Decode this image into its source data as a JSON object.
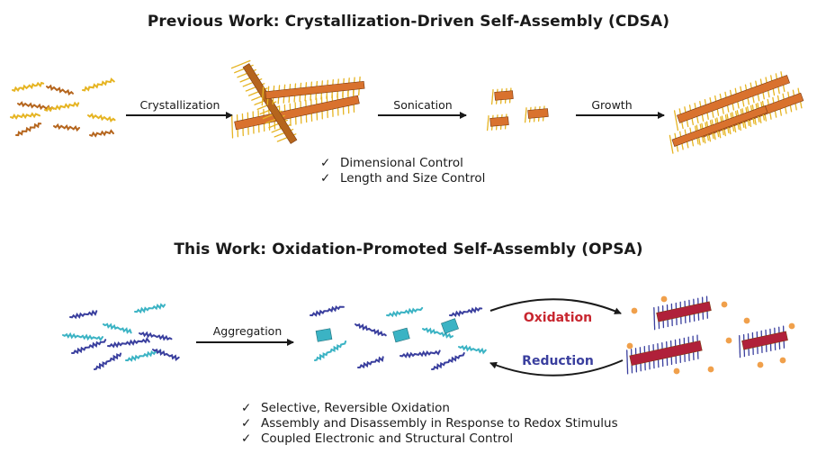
{
  "top": {
    "title": "Previous Work: Crystallization-Driven Self-Assembly (CDSA)",
    "steps": [
      "Crystallization",
      "Sonication",
      "Growth"
    ],
    "bullets": [
      "Dimensional Control",
      "Length and Size Control"
    ]
  },
  "bottom": {
    "title": "This Work: Oxidation-Promoted Self-Assembly (OPSA)",
    "steps": [
      "Aggregation"
    ],
    "cycle": {
      "forward": "Oxidation",
      "reverse": "Reduction"
    },
    "bullets": [
      "Selective, Reversible Oxidation",
      "Assembly and Disassembly in Response to Redox Stimulus",
      "Coupled Electronic and Structural Control"
    ]
  },
  "check_glyph": "✓",
  "colors": {
    "polymer_yellow": "#e6b422",
    "polymer_brown": "#b5651d",
    "crystal_orange": "#d9722e",
    "polymer_navy": "#3a3f9e",
    "polymer_teal": "#3bb3c4",
    "crystal_red": "#b0203a",
    "dopant_orange": "#f0a04b",
    "oxidation_text": "#c8262f",
    "reduction_text": "#3a3f9e"
  }
}
